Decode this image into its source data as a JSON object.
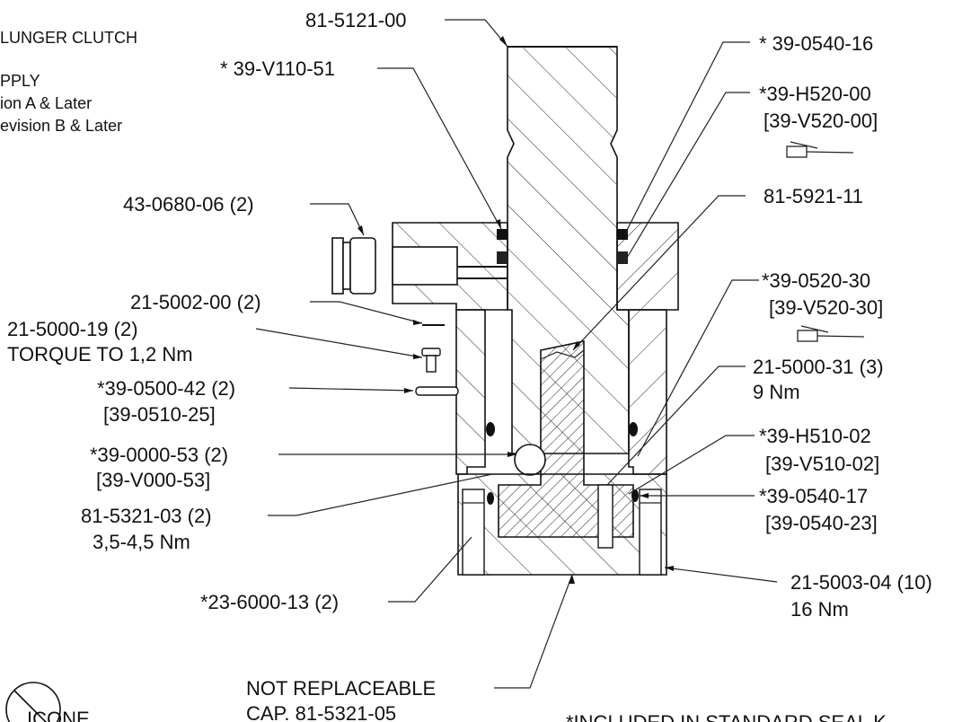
{
  "notes": {
    "line1": "LUNGER CLUTCH",
    "line2": "PPLY",
    "line3": "ion A & Later",
    "line4": "evision B & Later"
  },
  "callouts": {
    "rod": "81-5121-00",
    "seal_v110": "* 39-V110-51",
    "seal_0540_16": "* 39-0540-16",
    "h520": "*39-H520-00",
    "v520": "[39-V520-00]",
    "plug": "43-0680-06  (2)",
    "bearing": "81-5921-11",
    "pin_5002": "21-5002-00  (2)",
    "screw_5000_19": "21-5000-19  (2)",
    "torque_12": "TORQUE TO 1,2 Nm",
    "s0520_30": "*39-0520-30",
    "v520_30": "[39-V520-30]",
    "screw_5000_31": "21-5000-31 (3)",
    "nm9": "9 Nm",
    "s0500_42": "*39-0500-42 (2)",
    "s0510_25": "[39-0510-25]",
    "s0000_53": "*39-0000-53 (2)",
    "v000_53": "[39-V000-53]",
    "h510_02": "*39-H510-02",
    "v510_02": "[39-V510-02]",
    "s0540_17": "*39-0540-17",
    "s0540_23": "[39-0540-23]",
    "c5321_03": "81-5321-03  (2)",
    "nm35": "3,5-4,5 Nm",
    "s6000_13": "*23-6000-13  (2)",
    "s5003_04": "21-5003-04 (10)",
    "nm16": "16 Nm",
    "not_replaceable": "NOT REPLACEABLE",
    "cap": "CAP. 81-5321-05",
    "silicone": "ICONE",
    "included": "*INCLUDED IN STANDARD SEAL K"
  }
}
